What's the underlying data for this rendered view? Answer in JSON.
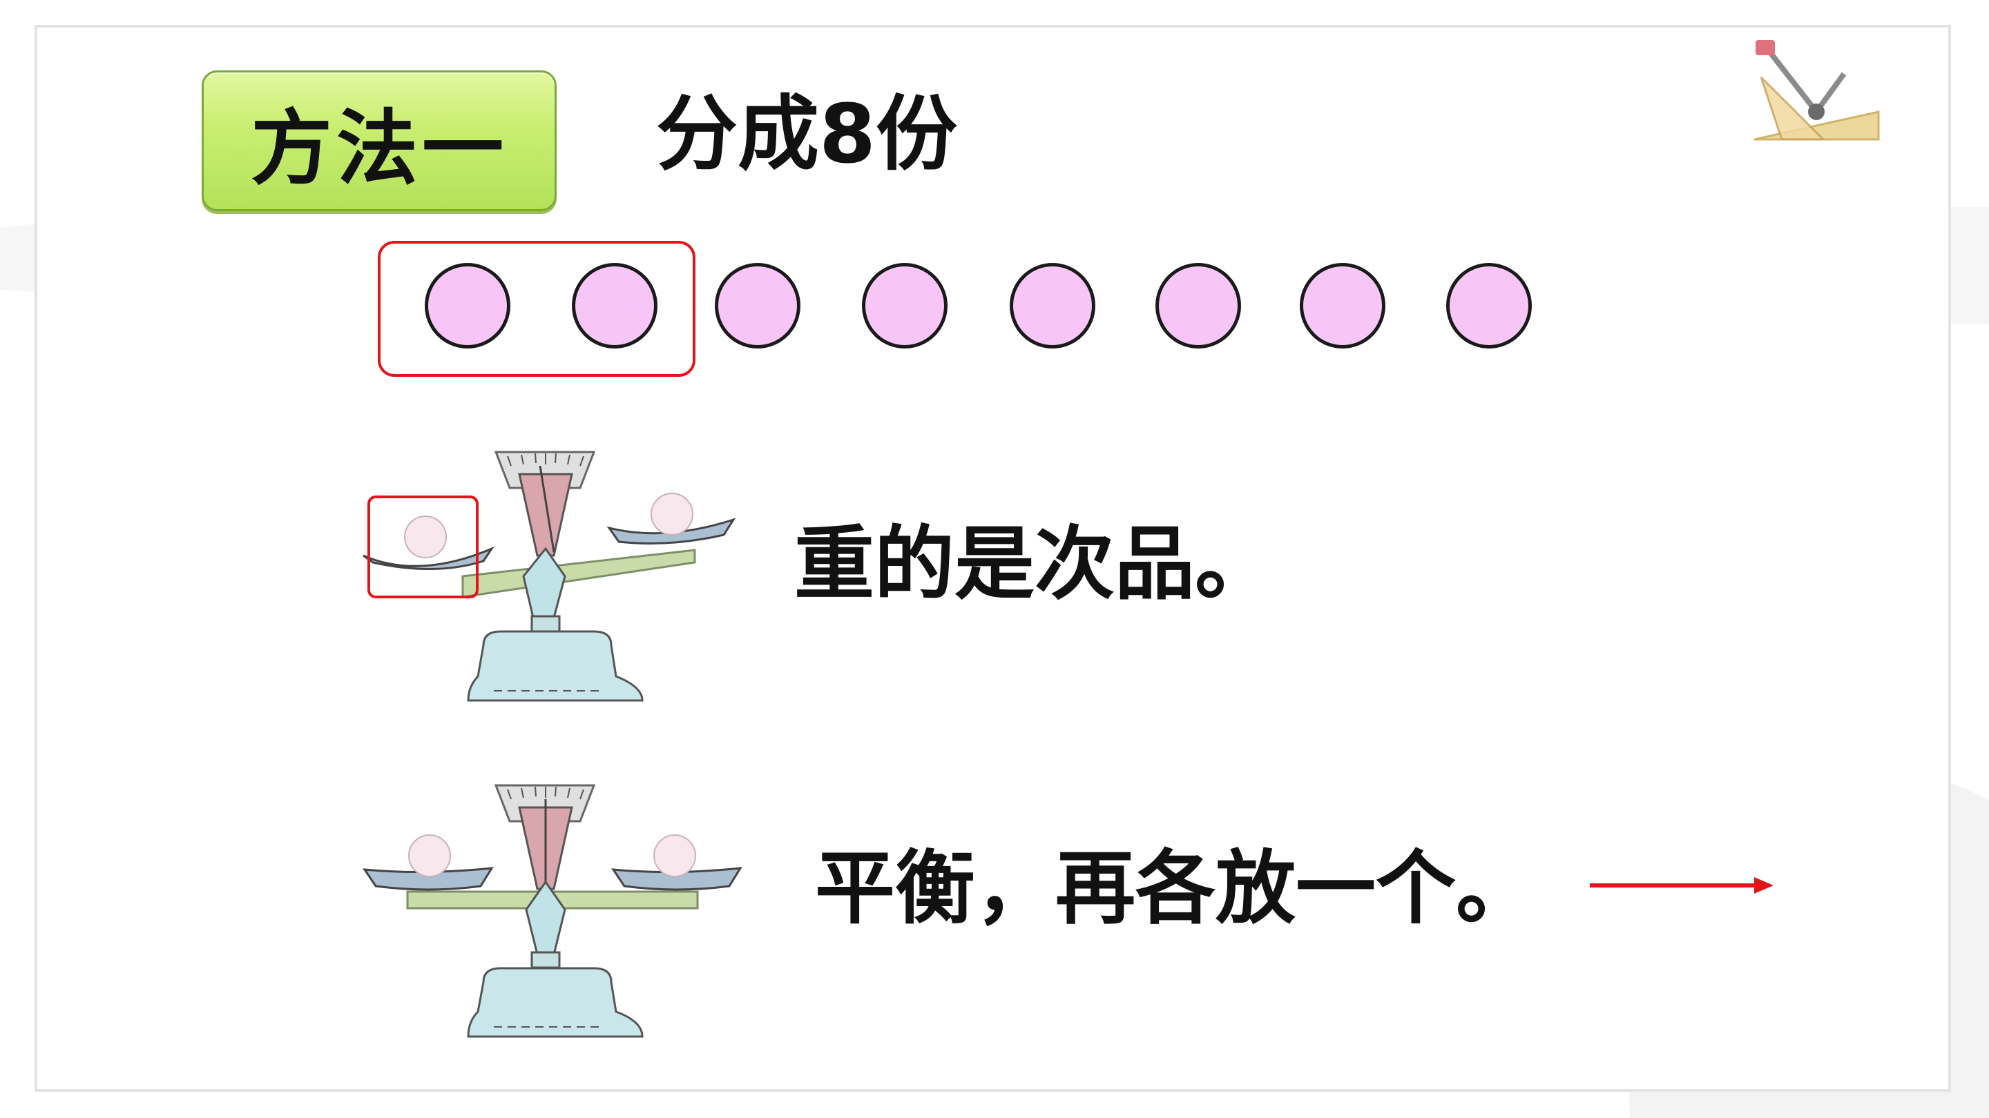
{
  "method_badge": {
    "label": "方法一"
  },
  "title": "分成8份",
  "balls": {
    "count": 8,
    "grouped": 2,
    "fill_color": "#f7c6f7",
    "group_box_color": "#e2151b"
  },
  "statements": {
    "heavy": "重的是次品。",
    "balanced": "平衡，再各放一个。"
  },
  "arrow_color": "#e2151b"
}
